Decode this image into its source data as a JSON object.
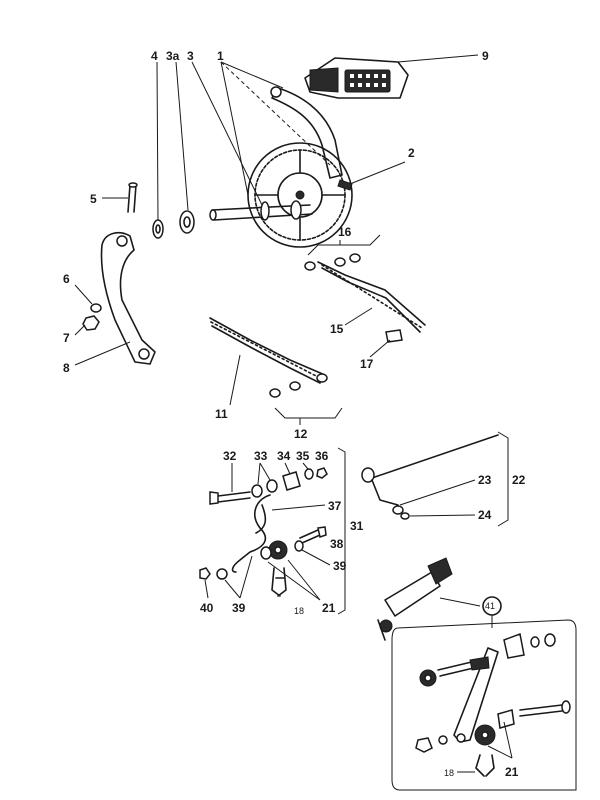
{
  "labels": {
    "l1": "1",
    "l2": "2",
    "l3": "3",
    "l3a": "3a",
    "l4": "4",
    "l5": "5",
    "l6": "6",
    "l7": "7",
    "l8": "8",
    "l9": "9",
    "l11": "11",
    "l12": "12",
    "l15": "15",
    "l16": "16",
    "l17": "17",
    "l18a": "18",
    "l18b": "18",
    "l21a": "21",
    "l21b": "21",
    "l22": "22",
    "l23": "23",
    "l24": "24",
    "l31": "31",
    "l32": "32",
    "l33": "33",
    "l34": "34",
    "l35": "35",
    "l36": "36",
    "l37": "37",
    "l38": "38",
    "l39a": "39",
    "l39b": "39",
    "l40": "40",
    "l41": "41"
  }
}
